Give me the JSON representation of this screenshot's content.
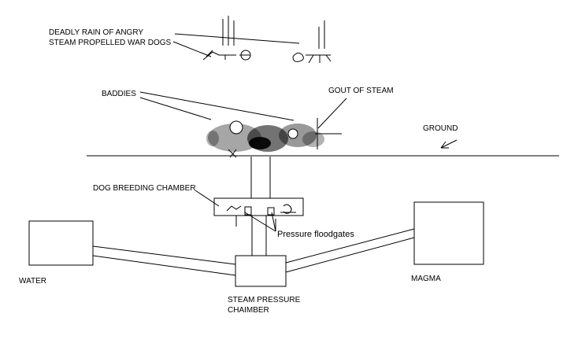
{
  "labels": {
    "war_dogs_line1": "DEADLY RAIN OF ANGRY",
    "war_dogs_line2": "STEAM PROPELLED WAR DOGS",
    "baddies": "BADDIES",
    "gout_of_steam": "GOUT OF STEAM",
    "ground": "GROUND",
    "dog_breeding_chamber": "DOG BREEDING CHAMBER",
    "pressure_floodgates": "Pressure floodgates",
    "water": "WATER",
    "magma": "MAGMA",
    "steam_chamber_line1": "STEAM PRESSURE",
    "steam_chamber_line2": "CHAIMBER"
  }
}
